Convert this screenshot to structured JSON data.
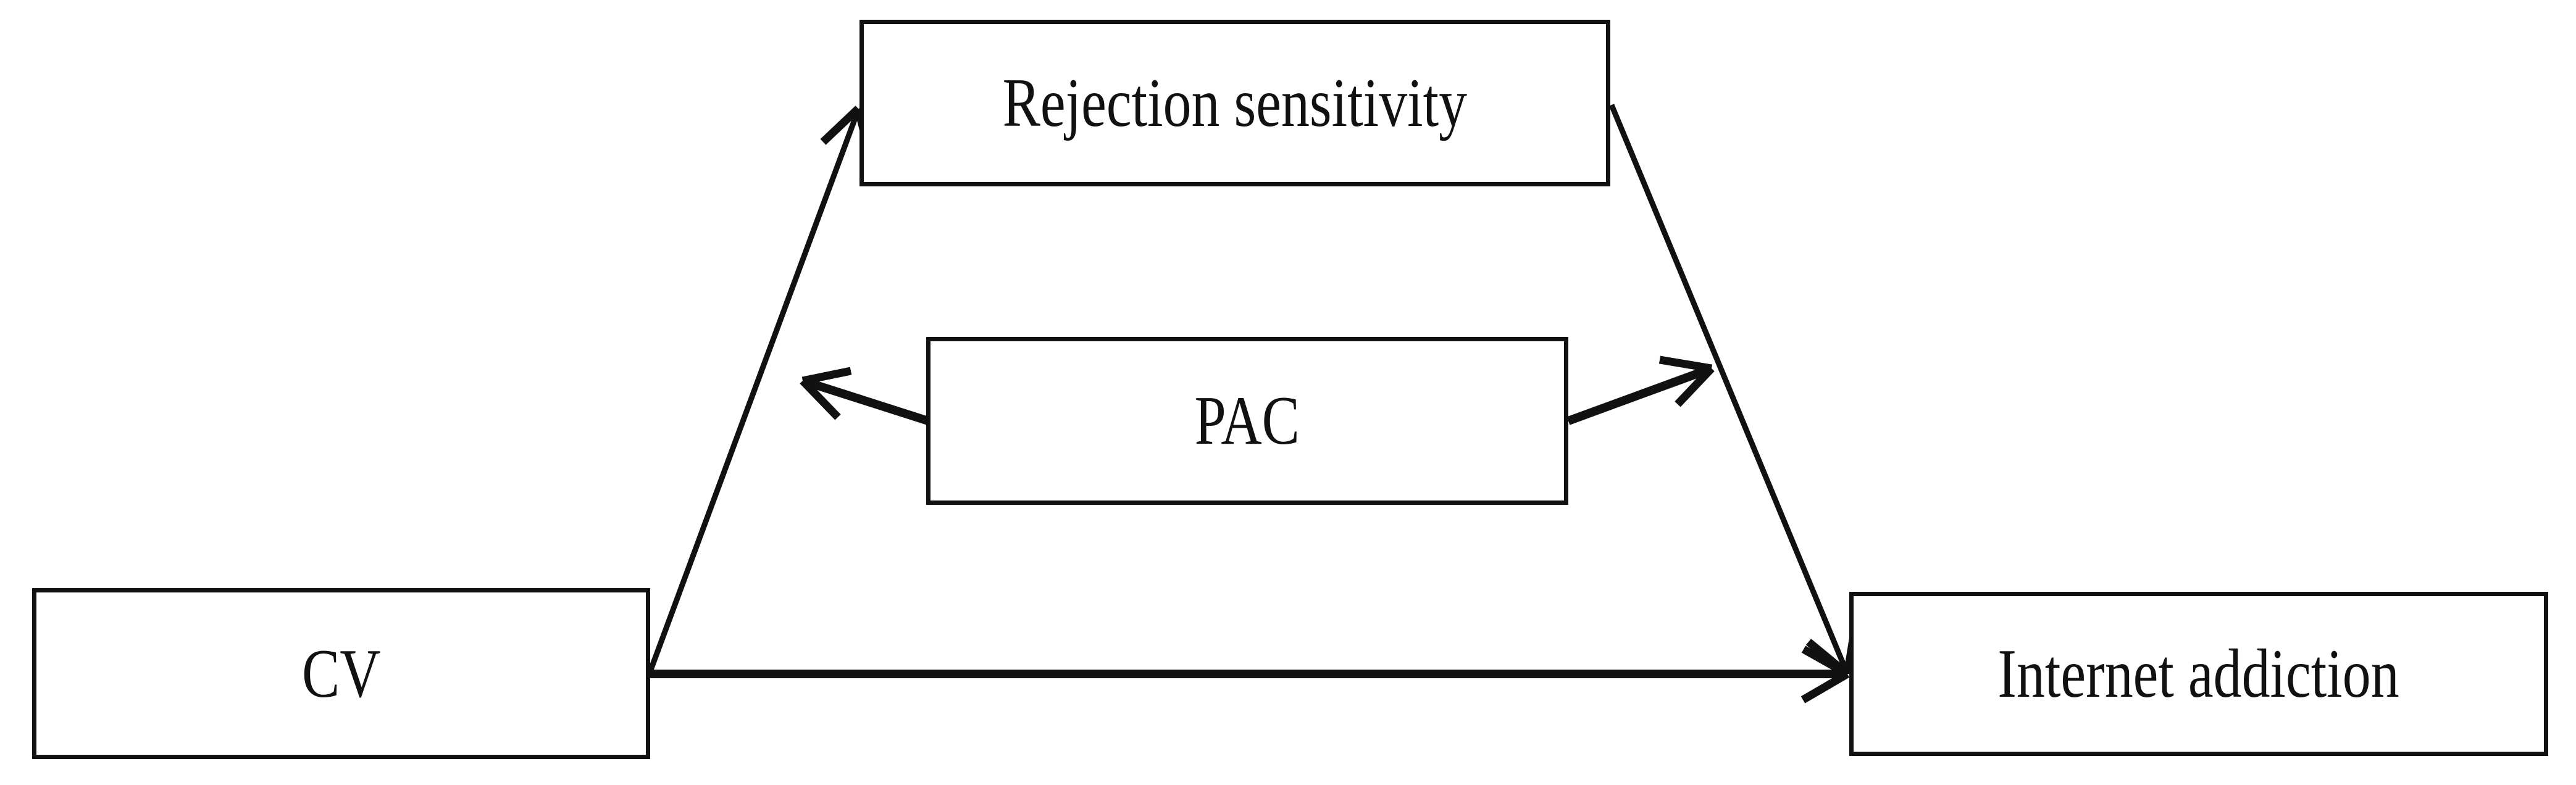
{
  "figure": {
    "type": "path-model-diagram",
    "background_color": "#ffffff",
    "line_color": "#111111",
    "text_color": "#111111"
  },
  "nodes": [
    {
      "id": "cv",
      "label": "CV",
      "role": "predictor",
      "shape": "rectangle"
    },
    {
      "id": "rejection_sensitivity",
      "label": "Rejection sensitivity",
      "role": "mediator",
      "shape": "rectangle"
    },
    {
      "id": "pac",
      "label": "PAC",
      "role": "moderator",
      "shape": "rectangle"
    },
    {
      "id": "internet_addiction",
      "label": "Internet addiction",
      "role": "outcome",
      "shape": "rectangle"
    }
  ],
  "edges": [
    {
      "id": "cv-to-rejection-sensitivity",
      "from": "cv",
      "to": "rejection_sensitivity",
      "style": "solid",
      "arrowhead": "open"
    },
    {
      "id": "rejection-sensitivity-to-internet-addiction",
      "from": "rejection_sensitivity",
      "to": "internet_addiction",
      "style": "solid",
      "arrowhead": "open"
    },
    {
      "id": "cv-to-internet-addiction",
      "from": "cv",
      "to": "internet_addiction",
      "style": "solid",
      "arrowhead": "open"
    },
    {
      "id": "pac-moderates-cv-to-rejection-sensitivity",
      "from": "pac",
      "to": "cv-to-rejection-sensitivity",
      "style": "solid",
      "arrowhead": "open"
    },
    {
      "id": "pac-moderates-rejection-sensitivity-to-internet-addiction",
      "from": "pac",
      "to": "rejection-sensitivity-to-internet-addiction",
      "style": "solid",
      "arrowhead": "open"
    }
  ]
}
